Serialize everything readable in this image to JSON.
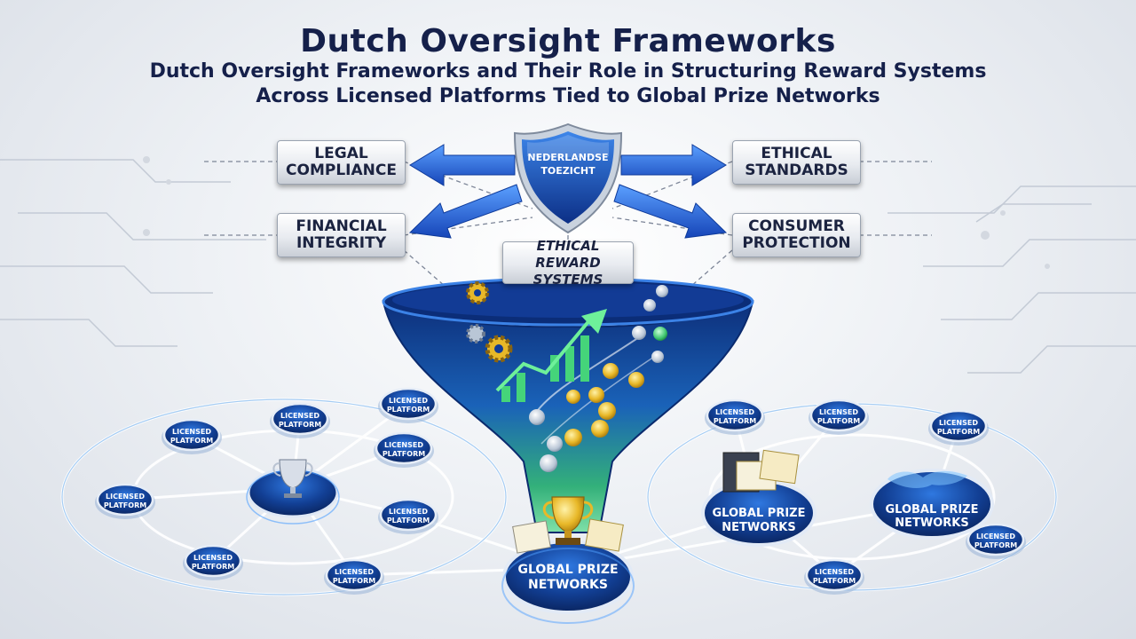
{
  "title": "Dutch Oversight Frameworks",
  "subtitle_line1": "Dutch Oversight Frameworks and Their Role in Structuring Reward Systems",
  "subtitle_line2": "Across Licensed Platforms Tied to Global Prize Networks",
  "shield": {
    "line1": "NEDERLANDSE",
    "line2": "TOEZICHT"
  },
  "pillars": {
    "legal": [
      "LEGAL",
      "COMPLIANCE"
    ],
    "ethical_standards": [
      "ETHICAL",
      "STANDARDS"
    ],
    "financial": [
      "FINANCIAL",
      "INTEGRITY"
    ],
    "consumer": [
      "CONSUMER",
      "PROTECTION"
    ],
    "reward_systems": [
      "ETHICAL",
      "REWARD SYSTEMS"
    ]
  },
  "platform_label": [
    "LICENSED",
    "PLATFORM"
  ],
  "hub_label": [
    "GLOBAL PRIZE",
    "NETWORKS"
  ],
  "colors": {
    "navy": "#15204a",
    "blue": "#1e5fc8",
    "green": "#2fbf6b",
    "gold": "#e8b828"
  },
  "icons": [
    "shield-icon",
    "gear-icon",
    "growth-chart-icon",
    "coin-icon",
    "trophy-icon",
    "certificate-icon",
    "globe-icon"
  ]
}
